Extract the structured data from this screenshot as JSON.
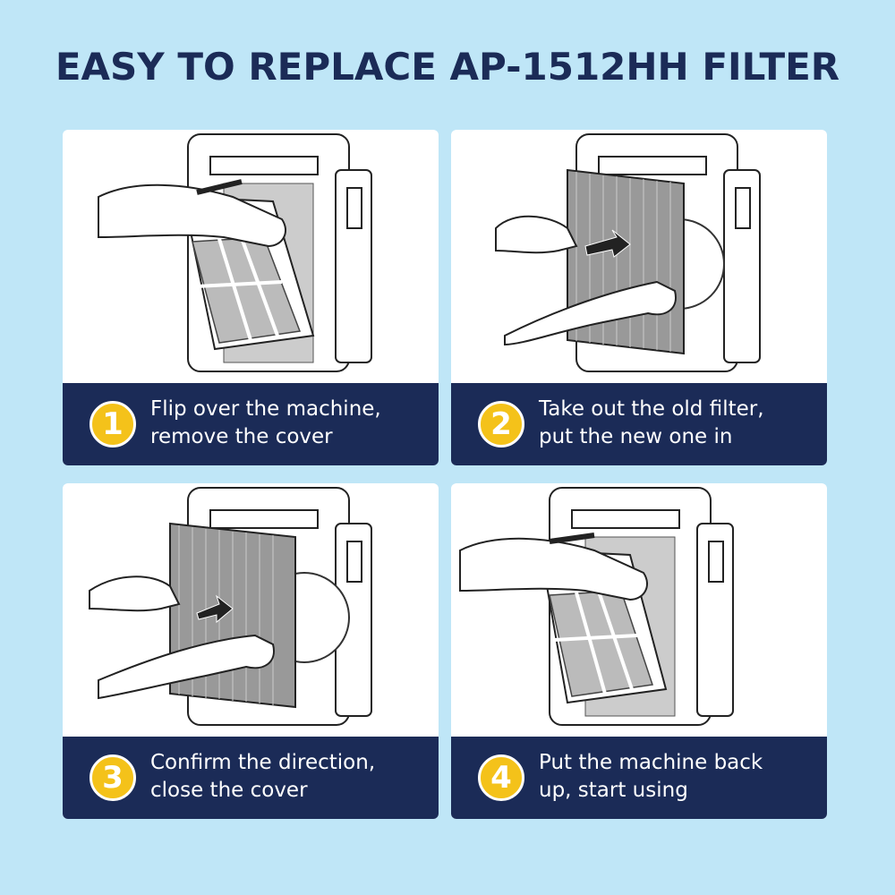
{
  "title": "EASY TO REPLACE AP-1512HH FILTER",
  "colors": {
    "background": "#bfe6f7",
    "navy": "#1b2b57",
    "badge": "#f4c21a",
    "card": "#ffffff"
  },
  "steps": [
    {
      "number": "1",
      "line1": "Flip over the machine,",
      "line2": "remove the cover",
      "illustration": "purifier-remove-cover-illustration"
    },
    {
      "number": "2",
      "line1": "Take out the old filter,",
      "line2": "put the new one in",
      "illustration": "purifier-remove-filter-illustration"
    },
    {
      "number": "3",
      "line1": "Confirm the direction,",
      "line2": "close the cover",
      "illustration": "purifier-insert-filter-illustration"
    },
    {
      "number": "4",
      "line1": "Put the machine back",
      "line2": "up, start using",
      "illustration": "purifier-close-cover-illustration"
    }
  ]
}
